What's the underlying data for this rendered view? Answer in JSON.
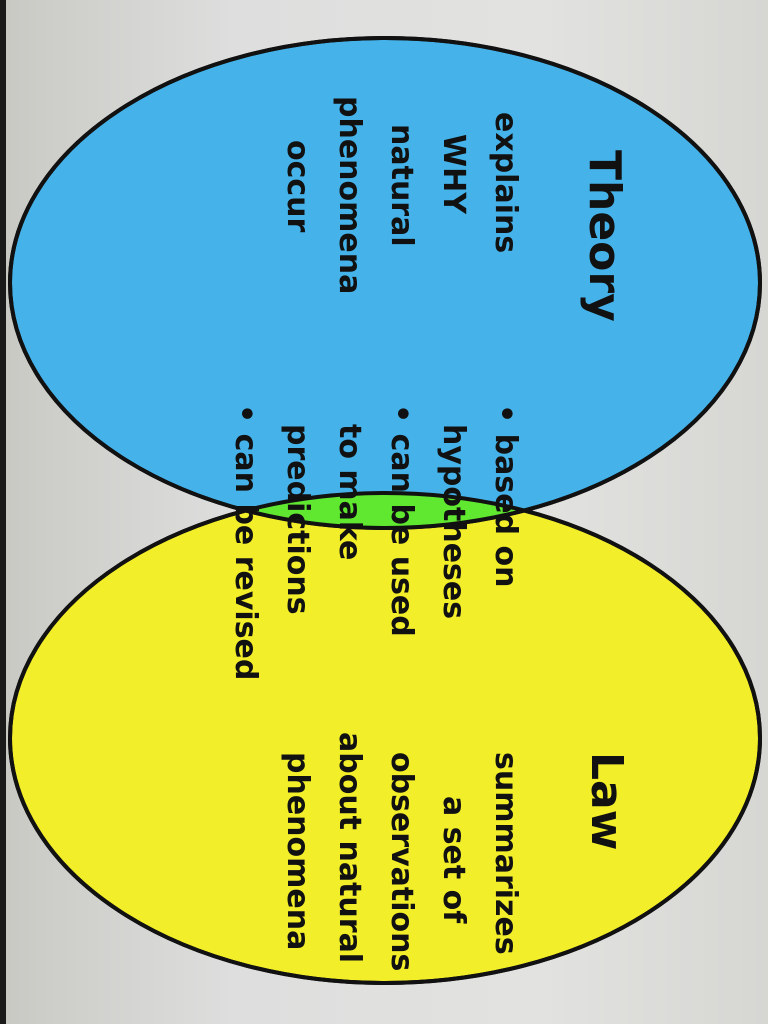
{
  "colors": {
    "theory_circle": "#45b3ea",
    "law_circle": "#f2ee2a",
    "overlap": "#5fe82f",
    "outline": "#111111",
    "text": "#111111"
  },
  "theory": {
    "title": "Theory",
    "lines": [
      "explains",
      "WHY",
      "natural",
      "phenomena",
      "occur"
    ]
  },
  "overlap": {
    "lines": [
      "• based on",
      "hypotheses",
      "• can be used",
      "to make",
      "predictions",
      "• can be revised"
    ]
  },
  "law": {
    "title": "Law",
    "lines": [
      "summarizes",
      "a set of",
      "observations",
      "about natural",
      "phenomena"
    ]
  }
}
